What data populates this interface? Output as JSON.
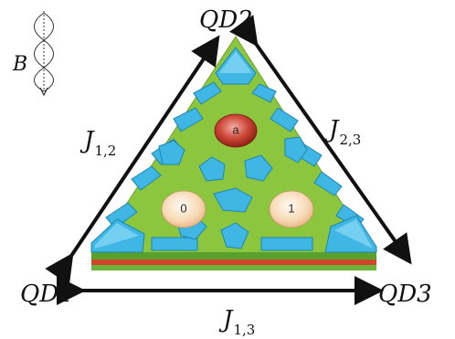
{
  "nodes": {
    "qd1": {
      "label": "QD1"
    },
    "qd2": {
      "label": "QD2"
    },
    "qd3": {
      "label": "QD3"
    }
  },
  "couplings": {
    "j12": {
      "base": "J",
      "sub": "1,2"
    },
    "j23": {
      "base": "J",
      "sub": "2,3"
    },
    "j13": {
      "base": "J",
      "sub": "1,3"
    }
  },
  "field": {
    "label": "B"
  },
  "dots": {
    "a": {
      "label": "a"
    },
    "zero": {
      "label": "0"
    },
    "one": {
      "label": "1"
    }
  },
  "colors": {
    "substrate": "#8cc63f",
    "gates": "#3fb6e4",
    "gate_top": "#7fd3f2",
    "dot_a": "#c0392b",
    "dot_01": "#f6d2a8",
    "stripe_red": "#d2452b",
    "stripe_green": "#5aa02c",
    "arrows": "#111111"
  }
}
